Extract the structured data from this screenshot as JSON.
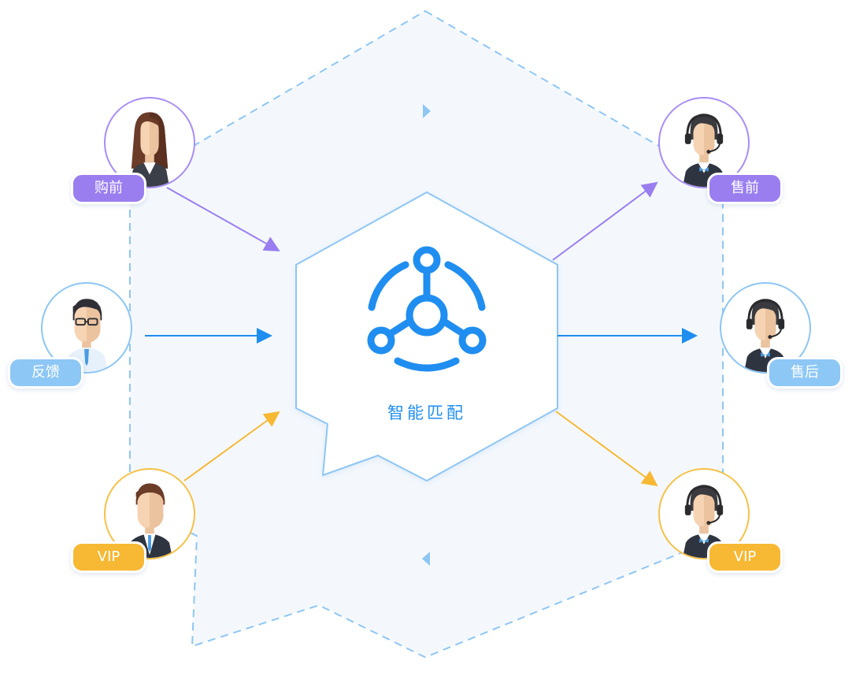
{
  "center": {
    "label": "智能匹配",
    "icon": "smart-match-network-icon"
  },
  "customers": [
    {
      "role": "customer-woman",
      "tag": "购前",
      "color": "#9a7ef0"
    },
    {
      "role": "customer-man-glasses",
      "tag": "反馈",
      "color": "#8dc7f6"
    },
    {
      "role": "customer-man-suit",
      "tag": "VIP",
      "color": "#f7b833"
    }
  ],
  "agents": [
    {
      "role": "agent-headset",
      "tag": "售前",
      "color": "#9a7ef0"
    },
    {
      "role": "agent-headset",
      "tag": "售后",
      "color": "#8dc7f6"
    },
    {
      "role": "agent-headset",
      "tag": "VIP",
      "color": "#f7b833"
    }
  ],
  "colors": {
    "purple": "#9a7ef0",
    "blue": "#1f8ef0",
    "light_blue": "#8dc7f6",
    "orange": "#f7b833",
    "dashed_outline": "#8ec6f4",
    "panel_fill": "#f4f8fd"
  }
}
